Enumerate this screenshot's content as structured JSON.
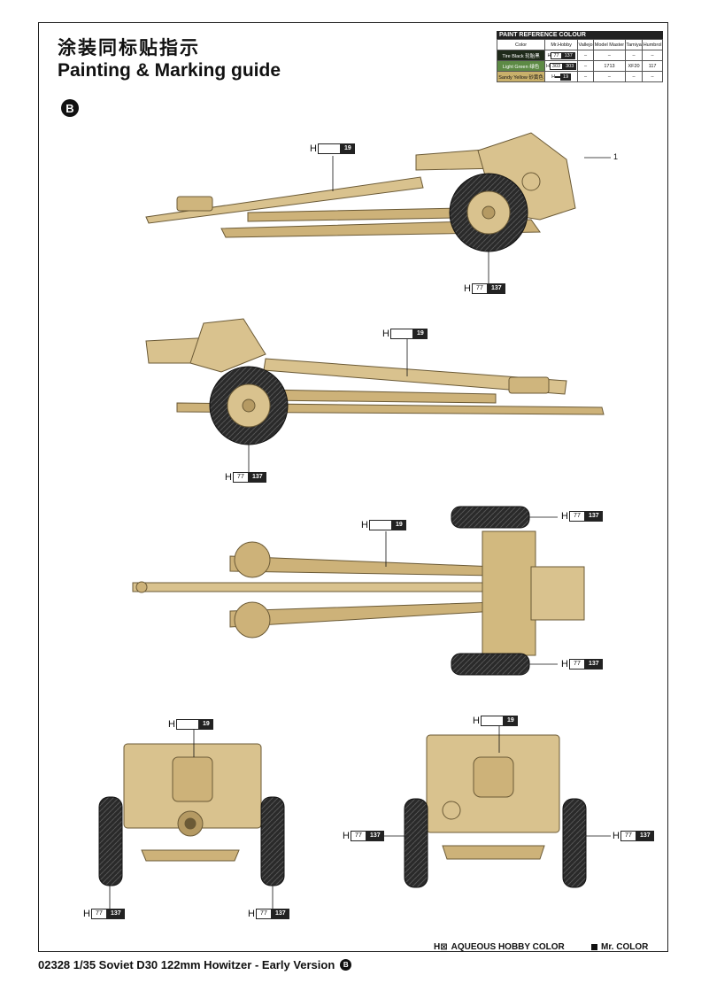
{
  "header": {
    "title_cn": "涂装同标贴指示",
    "title_en": "Painting & Marking guide",
    "variant_badge": "B"
  },
  "reference": {
    "heading": "PAINT REFERENCE COLOUR",
    "columns": [
      "Color",
      "Mr.Hobby",
      "Vallejo",
      "Model Master",
      "Tamiya",
      "Humbrol"
    ],
    "rows": [
      {
        "color": "Tire Black 轮胎黑",
        "swatch": "#1f2a1a",
        "text_color": "#ffffff",
        "h_code": "H",
        "box": "77",
        "num": "137",
        "vallejo": "–",
        "model_master": "–",
        "tamiya": "–",
        "humbrol": "–"
      },
      {
        "color": "Light Green 绿色",
        "swatch": "#5d8a45",
        "text_color": "#ffffff",
        "h_code": "H",
        "box": "303",
        "num": "303",
        "vallejo": "–",
        "model_master": "1713",
        "tamiya": "XF20",
        "humbrol": "117"
      },
      {
        "color": "Sandy Yellow 砂黄色",
        "swatch": "#c9b06b",
        "text_color": "#111111",
        "h_code": "H",
        "box": "",
        "num": "19",
        "vallejo": "–",
        "model_master": "–",
        "tamiya": "–",
        "humbrol": "–"
      }
    ]
  },
  "callouts": {
    "h": "H",
    "c1": {
      "box": "",
      "num": "19"
    },
    "c2": {
      "box": "77",
      "num": "137"
    },
    "c3": {
      "box": "",
      "num": "19"
    },
    "c4": {
      "box": "77",
      "num": "137"
    },
    "c5": {
      "box": "",
      "num": "19"
    },
    "c6": {
      "box": "77",
      "num": "137"
    },
    "c7": {
      "box": "77",
      "num": "137"
    },
    "c8": {
      "box": "",
      "num": "19"
    },
    "c9": {
      "box": "77",
      "num": "137"
    },
    "c10": {
      "box": "77",
      "num": "137"
    },
    "c11": {
      "box": "",
      "num": "19"
    },
    "c12": {
      "box": "77",
      "num": "137"
    },
    "c13": {
      "box": "77",
      "num": "137"
    }
  },
  "part_number": "1",
  "legend": {
    "aqueous": "AQUEOUS HOBBY COLOR",
    "aqueous_prefix": "H⊠",
    "mr_color": "Mr. COLOR"
  },
  "footer": {
    "text": "02328 1/35  Soviet D30 122mm Howitzer - Early Version",
    "badge": "B"
  },
  "colors": {
    "sand": "#d9c28e",
    "sand_dark": "#b59a63",
    "tire": "#2a2a2a",
    "ink": "#111111"
  }
}
